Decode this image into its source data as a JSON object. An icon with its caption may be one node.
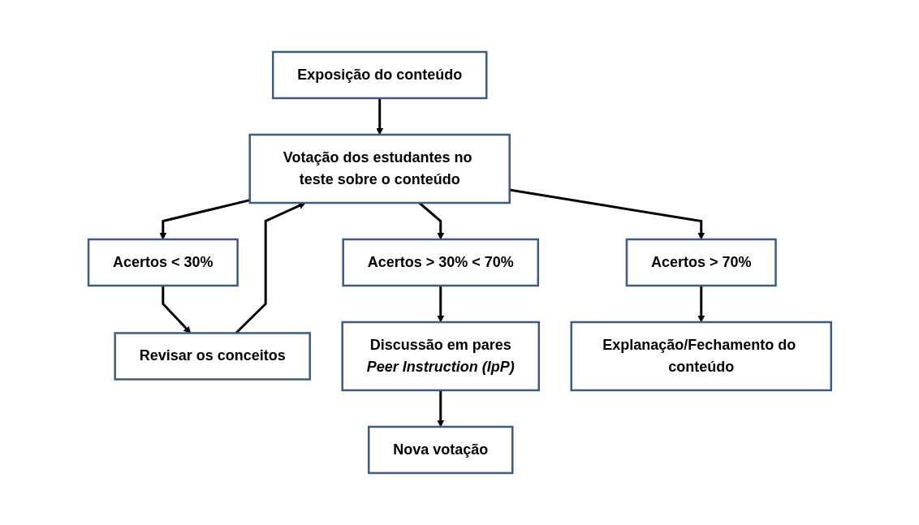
{
  "diagram": {
    "nodes": [
      {
        "text": [
          "Exposição do conteúdo"
        ]
      },
      {
        "text": [
          "Votação dos estudantes no teste sobre o conteúdo"
        ]
      },
      {
        "text": [
          "Acertos < 30%"
        ]
      },
      {
        "text": [
          "Acertos > 30% < 70%"
        ]
      },
      {
        "text": [
          "Acertos > 70%"
        ]
      },
      {
        "text": [
          "Revisar os conceitos"
        ]
      },
      {
        "text": [
          "Discussão em pares",
          "Peer Instruction (IpP)"
        ]
      },
      {
        "text": [
          "Explanação/Fechamento do conteúdo"
        ]
      },
      {
        "text": [
          "Nova votação"
        ]
      }
    ],
    "edges": [
      {
        "from": 0,
        "to": 1,
        "arrow": "to"
      },
      {
        "from": 1,
        "to": 2,
        "arrow": "to"
      },
      {
        "from": 1,
        "to": 3,
        "arrow": "to"
      },
      {
        "from": 1,
        "to": 4,
        "arrow": "to"
      },
      {
        "from": 2,
        "to": 5,
        "arrow": "to"
      },
      {
        "from": 3,
        "to": 6,
        "arrow": "to"
      },
      {
        "from": 4,
        "to": 7,
        "arrow": "to"
      },
      {
        "from": 6,
        "to": 8,
        "arrow": "to"
      },
      {
        "from": 5,
        "to": 1,
        "arrow": "to"
      }
    ]
  }
}
